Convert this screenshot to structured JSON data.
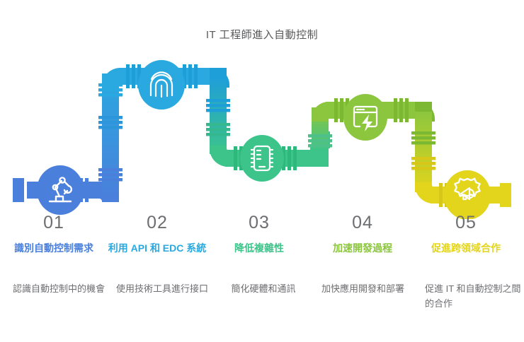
{
  "title": "IT 工程師進入自動控制",
  "colors": {
    "blue": "#4a7fdb",
    "cyan": "#29a9e0",
    "green": "#3cc48a",
    "lime": "#8cc63e",
    "yellow": "#e3d51c",
    "num_gray": "#6d6e71",
    "desc_gray": "#6d6e71",
    "title_gray": "#58595b"
  },
  "steps": [
    {
      "number": "01",
      "heading": "識別自動控制需求",
      "description": "認識自動控制中的機會",
      "color": "#4a7fdb",
      "icon": "robot-arm-icon"
    },
    {
      "number": "02",
      "heading": "利用 API 和 EDC 系統",
      "description": "使用技術工具進行接口",
      "color": "#29a9e0",
      "icon": "fingerprint-icon"
    },
    {
      "number": "03",
      "heading": "降低複雜性",
      "description": "簡化硬體和通訊",
      "color": "#3cc48a",
      "icon": "microchip-icon"
    },
    {
      "number": "04",
      "heading": "加速開發過程",
      "description": "加快應用開發和部署",
      "color": "#8cc63e",
      "icon": "browser-lightning-icon"
    },
    {
      "number": "05",
      "heading": "促進跨領域合作",
      "description": "促進 IT 和自動控制之間的合作",
      "color": "#e3d51c",
      "icon": "gear-megaphone-icon"
    }
  ]
}
